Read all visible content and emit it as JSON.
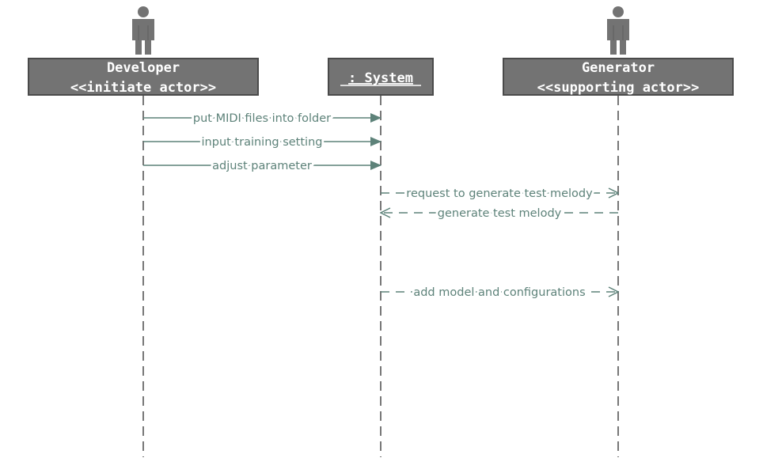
{
  "colors": {
    "box_fill": "#737373",
    "box_stroke": "#4a4a4a",
    "box_text": "#ffffff",
    "lifeline": "#777777",
    "message": "#5d8279",
    "background": "#ffffff",
    "actor_icon": "#737373"
  },
  "participants": [
    {
      "id": "developer",
      "name": "Developer",
      "stereotype": "<<initiate actor>>",
      "is_actor": true,
      "icon": "person-icon"
    },
    {
      "id": "system",
      "name": ": System",
      "stereotype": "",
      "is_actor": false,
      "underlined": true
    },
    {
      "id": "generator",
      "name": "Generator",
      "stereotype": "<<supporting actor>>",
      "is_actor": true,
      "icon": "person-icon"
    }
  ],
  "messages": [
    {
      "from": "developer",
      "to": "system",
      "label": "put MIDI files into folder",
      "style": "solid"
    },
    {
      "from": "developer",
      "to": "system",
      "label": "input training setting",
      "style": "solid"
    },
    {
      "from": "developer",
      "to": "system",
      "label": "adjust parameter",
      "style": "solid"
    },
    {
      "from": "system",
      "to": "generator",
      "label": "request to generate test melody",
      "style": "dashed"
    },
    {
      "from": "generator",
      "to": "system",
      "label": "generate test melody",
      "style": "dashed"
    },
    {
      "from": "system",
      "to": "generator",
      "label": "add model and configurations",
      "style": "dashed"
    }
  ]
}
